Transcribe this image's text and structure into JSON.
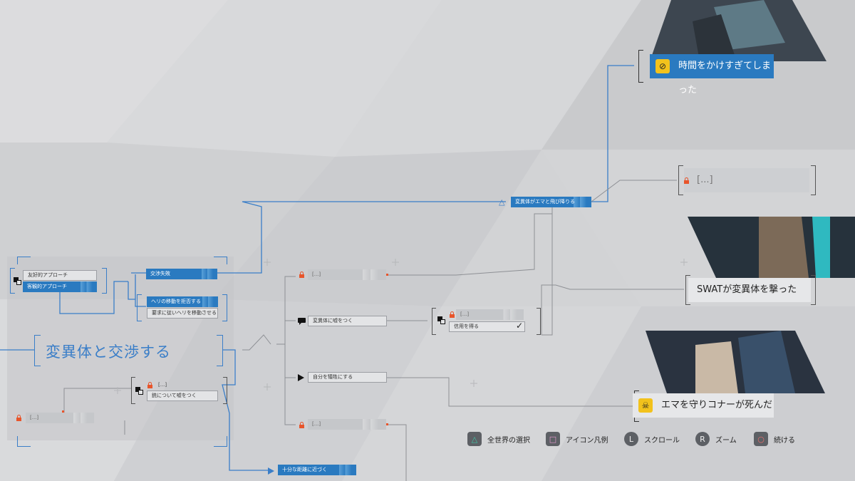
{
  "central_scene": {
    "title": "変異体と交渉する"
  },
  "approaches": [
    {
      "label": "友好的アプローチ",
      "selected": false
    },
    {
      "label": "客観的アプローチ",
      "selected": true
    }
  ],
  "nodes": {
    "negotiation_failed": "交渉失敗",
    "refuse_heli": "ヘリの移動を拒否する",
    "move_heli": "要求に従いヘリを移動させる",
    "gun_lie": "銃について嘘をつく",
    "locked": "[...]",
    "get_close": "十分な距離に近づく",
    "lie_deviant": "変異体に嘘をつく",
    "gain_trust": "信用を得る",
    "sacrifice": "自分を犠牲にする",
    "jumped": "変異体がエマと飛び降りる"
  },
  "endings": [
    {
      "label": "時間をかけすぎてしまった",
      "icon": "no-entry-icon",
      "style": "blue"
    },
    {
      "label": "[...]",
      "icon": "lock-icon",
      "style": "grey"
    },
    {
      "label": "SWATが変異体を撃った",
      "icon": "none",
      "style": "light"
    },
    {
      "label": "エマを守りコナーが死んだ",
      "icon": "skull-icon",
      "style": "light"
    }
  ],
  "legend": [
    {
      "button": "△",
      "label": "全世界の選択",
      "icon": "triangle-button-icon"
    },
    {
      "button": "□",
      "label": "アイコン凡例",
      "icon": "square-button-icon"
    },
    {
      "button": "L",
      "label": "スクロール",
      "icon": "left-stick-icon"
    },
    {
      "button": "R",
      "label": "ズーム",
      "icon": "right-stick-icon"
    },
    {
      "button": "○",
      "label": "続ける",
      "icon": "circle-button-icon"
    }
  ],
  "colors": {
    "accent": "#2a7ac0",
    "lock": "#e8552b",
    "ending_icon": "#f2c21c"
  }
}
